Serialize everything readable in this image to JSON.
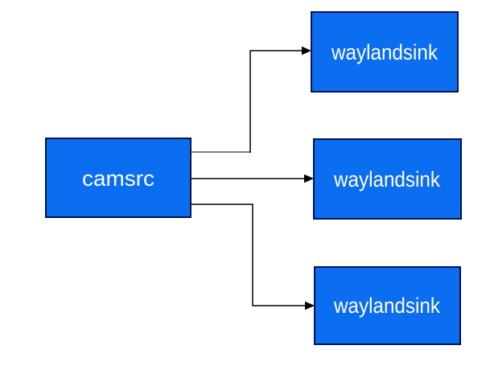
{
  "diagram": {
    "type": "pipeline-graph",
    "background_color": "#ffffff",
    "node_fill_color": "#0b6df0",
    "node_border_color": "#00134d",
    "node_label_color": "#ffffff",
    "edge_color": "#000000",
    "edge_alt_color": "#808080",
    "nodes": [
      {
        "id": "camsrc",
        "label": "camsrc"
      },
      {
        "id": "waylandsink-top",
        "label": "waylandsink"
      },
      {
        "id": "waylandsink-middle",
        "label": "waylandsink"
      },
      {
        "id": "waylandsink-bottom",
        "label": "waylandsink"
      }
    ],
    "edges": [
      {
        "from": "camsrc",
        "to": "waylandsink-top"
      },
      {
        "from": "camsrc",
        "to": "waylandsink-middle"
      },
      {
        "from": "camsrc",
        "to": "waylandsink-bottom"
      }
    ]
  }
}
